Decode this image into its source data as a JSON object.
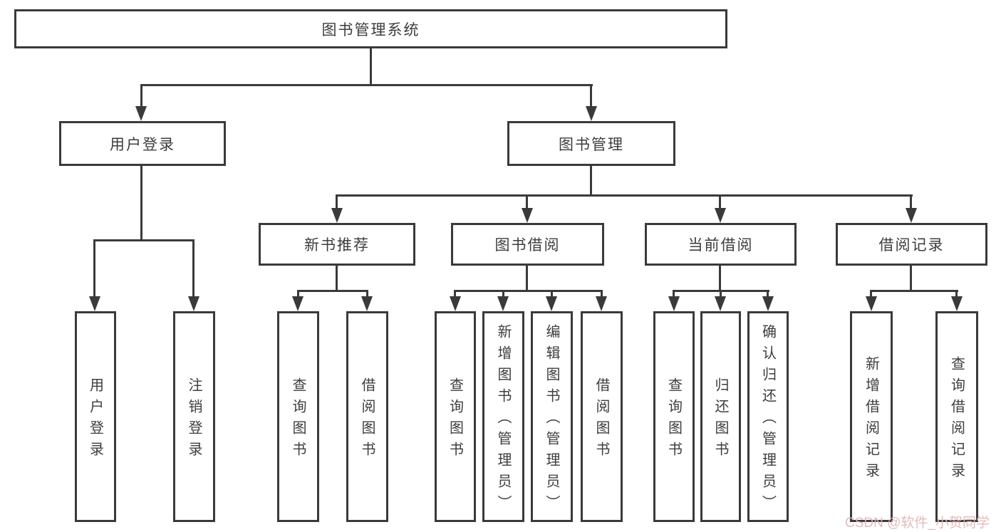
{
  "tree": {
    "label": "图书管理系统",
    "children": [
      {
        "label": "用户登录",
        "children": [
          {
            "label": "用户登录"
          },
          {
            "label": "注销登录"
          }
        ]
      },
      {
        "label": "图书管理",
        "children": [
          {
            "label": "新书推荐",
            "children": [
              {
                "label": "查询图书"
              },
              {
                "label": "借阅图书"
              }
            ]
          },
          {
            "label": "图书借阅",
            "children": [
              {
                "label": "查询图书"
              },
              {
                "label": "新增图书（管理员）"
              },
              {
                "label": "编辑图书（管理员）"
              },
              {
                "label": "借阅图书"
              }
            ]
          },
          {
            "label": "当前借阅",
            "children": [
              {
                "label": "查询图书"
              },
              {
                "label": "归还图书"
              },
              {
                "label": "确认归还（管理员）"
              }
            ]
          },
          {
            "label": "借阅记录",
            "children": [
              {
                "label": "新增借阅记录"
              },
              {
                "label": "查询借阅记录"
              }
            ]
          }
        ]
      }
    ]
  },
  "watermark": {
    "text": "CSDN @软件_小贺同学"
  },
  "colors": {
    "line": "#3a3a3a",
    "text": "#3d3d3d",
    "watermark": "#e2b6b6",
    "background": "#ffffff"
  }
}
